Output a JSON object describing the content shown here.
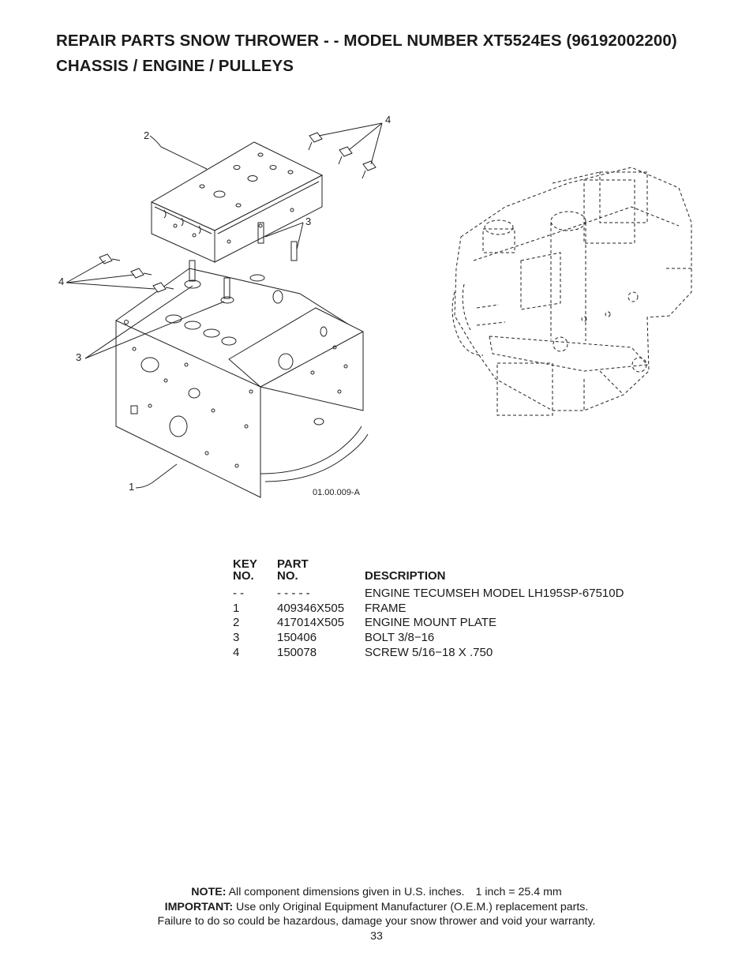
{
  "header": {
    "line1": "REPAIR PARTS  SNOW THROWER - - MODEL NUMBER  XT5524ES (96192002200)",
    "line2": "CHASSIS / ENGINE / PULLEYS"
  },
  "diagram": {
    "figure_ref": "01.00.009-A",
    "callouts": {
      "frame": "1",
      "mount_plate": "2",
      "bolt": "3",
      "screw": "4"
    }
  },
  "parts_table": {
    "headers": {
      "key_line1": "KEY",
      "key_line2": "NO.",
      "part_line1": "PART",
      "part_line2": "NO.",
      "description": "DESCRIPTION"
    },
    "rows": [
      {
        "key": "- -",
        "part": "- - - - -",
        "description": "ENGINE TECUMSEH MODEL LH195SP-67510D"
      },
      {
        "key": "1",
        "part": "409346X505",
        "description": "FRAME"
      },
      {
        "key": "2",
        "part": "417014X505",
        "description": "ENGINE MOUNT PLATE"
      },
      {
        "key": "3",
        "part": "150406",
        "description": "BOLT 3/8−16"
      },
      {
        "key": "4",
        "part": "150078",
        "description": "SCREW 5/16−18 X .750"
      }
    ]
  },
  "footer": {
    "note_label": "NOTE:",
    "note_text": "All component dimensions given in U.S. inches.",
    "note_conversion": "1 inch = 25.4 mm",
    "important_label": "IMPORTANT:",
    "important_text": "Use only Original Equipment Manufacturer (O.E.M.) replacement parts.",
    "warning": "Failure to do so could be hazardous, damage your snow thrower and void your warranty.",
    "page_number": "33"
  }
}
